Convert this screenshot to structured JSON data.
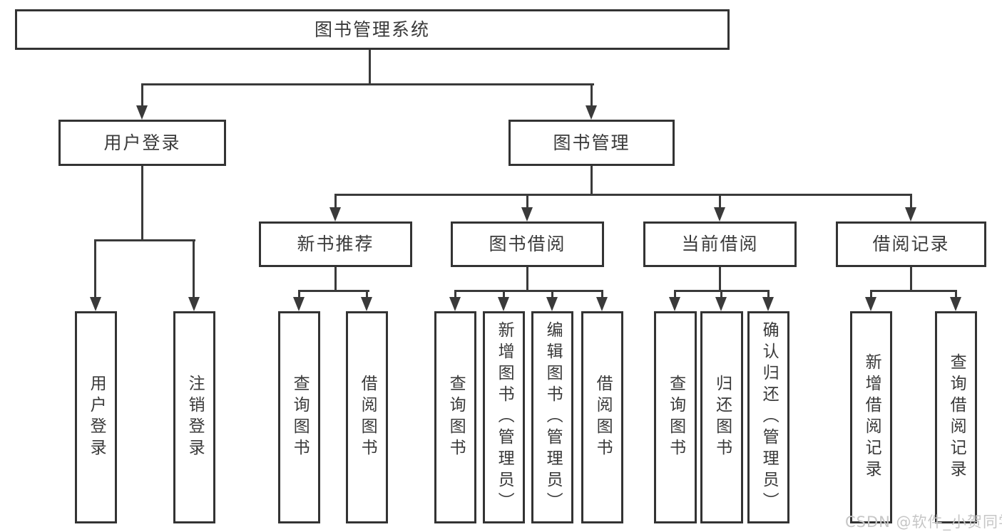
{
  "diagram": {
    "type": "hierarchy-tree",
    "root": {
      "label": "图书管理系统",
      "children": [
        {
          "label": "用户登录",
          "children": [
            {
              "label": "用户登录"
            },
            {
              "label": "注销登录"
            }
          ]
        },
        {
          "label": "图书管理",
          "children": [
            {
              "label": "新书推荐",
              "children": [
                {
                  "label": "查询图书"
                },
                {
                  "label": "借阅图书"
                }
              ]
            },
            {
              "label": "图书借阅",
              "children": [
                {
                  "label": "查询图书"
                },
                {
                  "label": "新增图书（管理员）"
                },
                {
                  "label": "编辑图书（管理员）"
                },
                {
                  "label": "借阅图书"
                }
              ]
            },
            {
              "label": "当前借阅",
              "children": [
                {
                  "label": "查询图书"
                },
                {
                  "label": "归还图书"
                },
                {
                  "label": "确认归还（管理员）"
                }
              ]
            },
            {
              "label": "借阅记录",
              "children": [
                {
                  "label": "新增借阅记录"
                },
                {
                  "label": "查询借阅记录"
                }
              ]
            }
          ]
        }
      ]
    },
    "colors": {
      "line": "#3a3a3a",
      "box_border": "#333333",
      "box_fill": "#ffffff",
      "text": "#3a3a3a",
      "background": "#ffffff",
      "watermark": "#c6c6c6"
    }
  },
  "watermark": "CSDN @软件_小贺同学"
}
